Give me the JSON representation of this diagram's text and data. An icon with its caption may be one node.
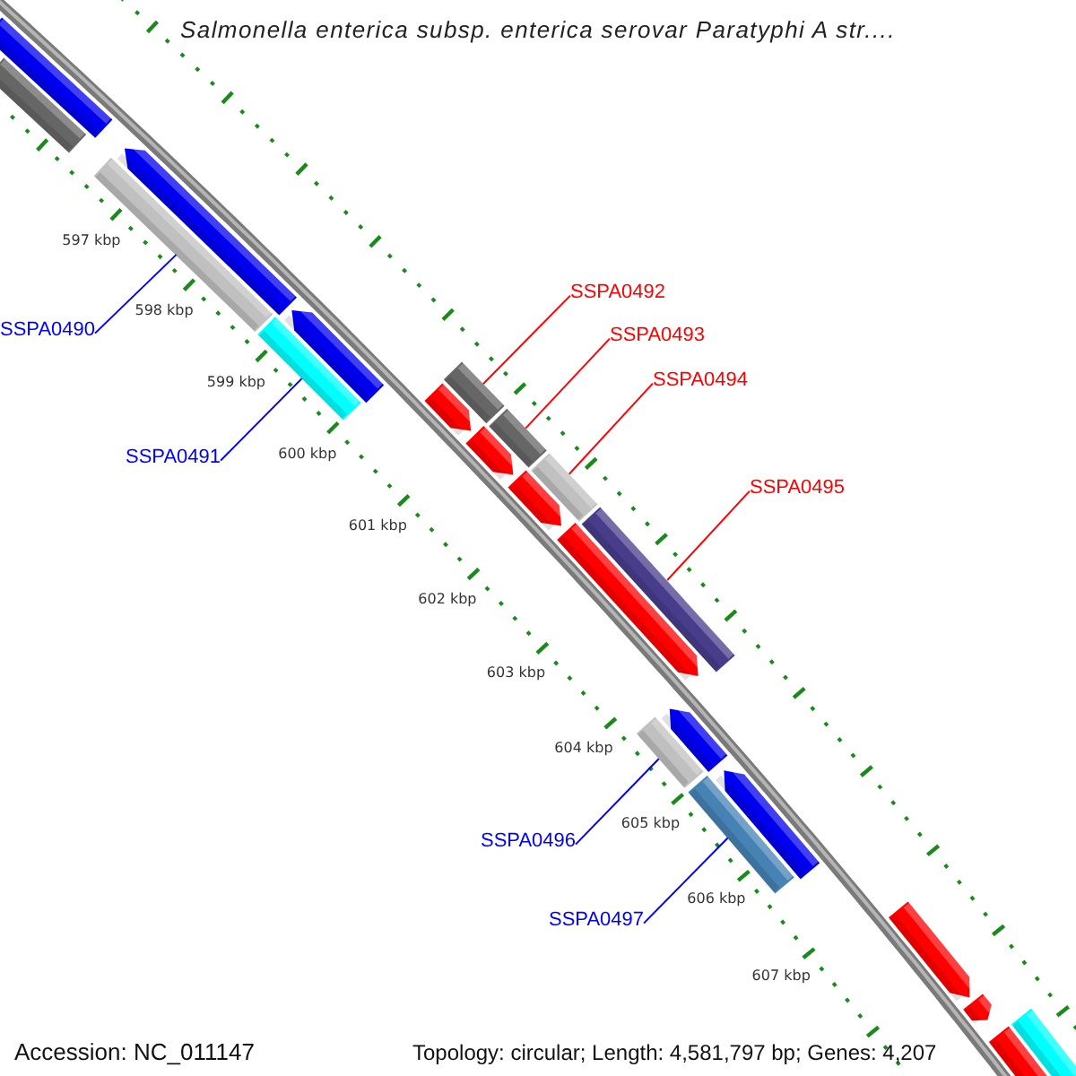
{
  "diagram": {
    "title": "Salmonella enterica subsp. enterica serovar Paratyphi A str....",
    "nodes": [
      {
        "text": [
          "SSPA0490"
        ]
      },
      {
        "text": [
          "SSPA0491"
        ]
      },
      {
        "text": [
          "SSPA0492"
        ]
      },
      {
        "text": [
          "SSPA0493"
        ]
      },
      {
        "text": [
          "SSPA0494"
        ]
      },
      {
        "text": [
          "SSPA0495"
        ]
      },
      {
        "text": [
          "SSPA0496"
        ]
      },
      {
        "text": [
          "SSPA0497"
        ]
      },
      {
        "text": [],
        "shape": "bar"
      },
      {
        "text": [],
        "shape": "bar"
      },
      {
        "text": [],
        "shape": "bar"
      },
      {
        "text": [],
        "shape": "pentagon"
      },
      {
        "text": [],
        "shape": "bar"
      },
      {
        "text": [],
        "shape": "pentagon"
      },
      {
        "text": [],
        "shape": "bar"
      },
      {
        "text": [],
        "shape": "pentagon"
      },
      {
        "text": [],
        "shape": "pentagon"
      },
      {
        "text": [],
        "shape": "bar"
      },
      {
        "text": [],
        "shape": "pentagon"
      },
      {
        "text": [],
        "shape": "bar"
      },
      {
        "text": [],
        "shape": "pentagon"
      },
      {
        "text": [],
        "shape": "bar"
      },
      {
        "text": [],
        "shape": "bar"
      },
      {
        "text": [],
        "shape": "pentagon"
      },
      {
        "text": [],
        "shape": "bar"
      },
      {
        "text": [],
        "shape": "pentagon"
      },
      {
        "text": [],
        "shape": "pentagon"
      },
      {
        "text": [],
        "shape": "pentagon"
      },
      {
        "text": [],
        "shape": "bar"
      },
      {
        "text": [],
        "shape": "pentagon"
      }
    ],
    "edges": [
      {
        "from": 0,
        "to": 10,
        "arrow": "none",
        "color": "#0000ff"
      },
      {
        "from": 1,
        "to": 12,
        "arrow": "none",
        "color": "#0000ff"
      },
      {
        "from": 2,
        "to": 14,
        "arrow": "none",
        "color": "#ff0000"
      },
      {
        "from": 3,
        "to": 17,
        "arrow": "none",
        "color": "#ff0000"
      },
      {
        "from": 4,
        "to": 19,
        "arrow": "none",
        "color": "#ff0000"
      },
      {
        "from": 5,
        "to": 21,
        "arrow": "none",
        "color": "#ff0000"
      },
      {
        "from": 6,
        "to": 22,
        "arrow": "none",
        "color": "#0000ff"
      },
      {
        "from": 7,
        "to": 24,
        "arrow": "none",
        "color": "#0000ff"
      }
    ],
    "labels": [
      "597 kbp",
      "598 kbp",
      "599 kbp",
      "600 kbp",
      "601 kbp",
      "602 kbp",
      "603 kbp",
      "604 kbp",
      "605 kbp",
      "606 kbp",
      "607 kbp",
      "Accession: NC_011147",
      "Topology: circular; Length: 4,581,797 bp; Genes: 4,207"
    ]
  }
}
